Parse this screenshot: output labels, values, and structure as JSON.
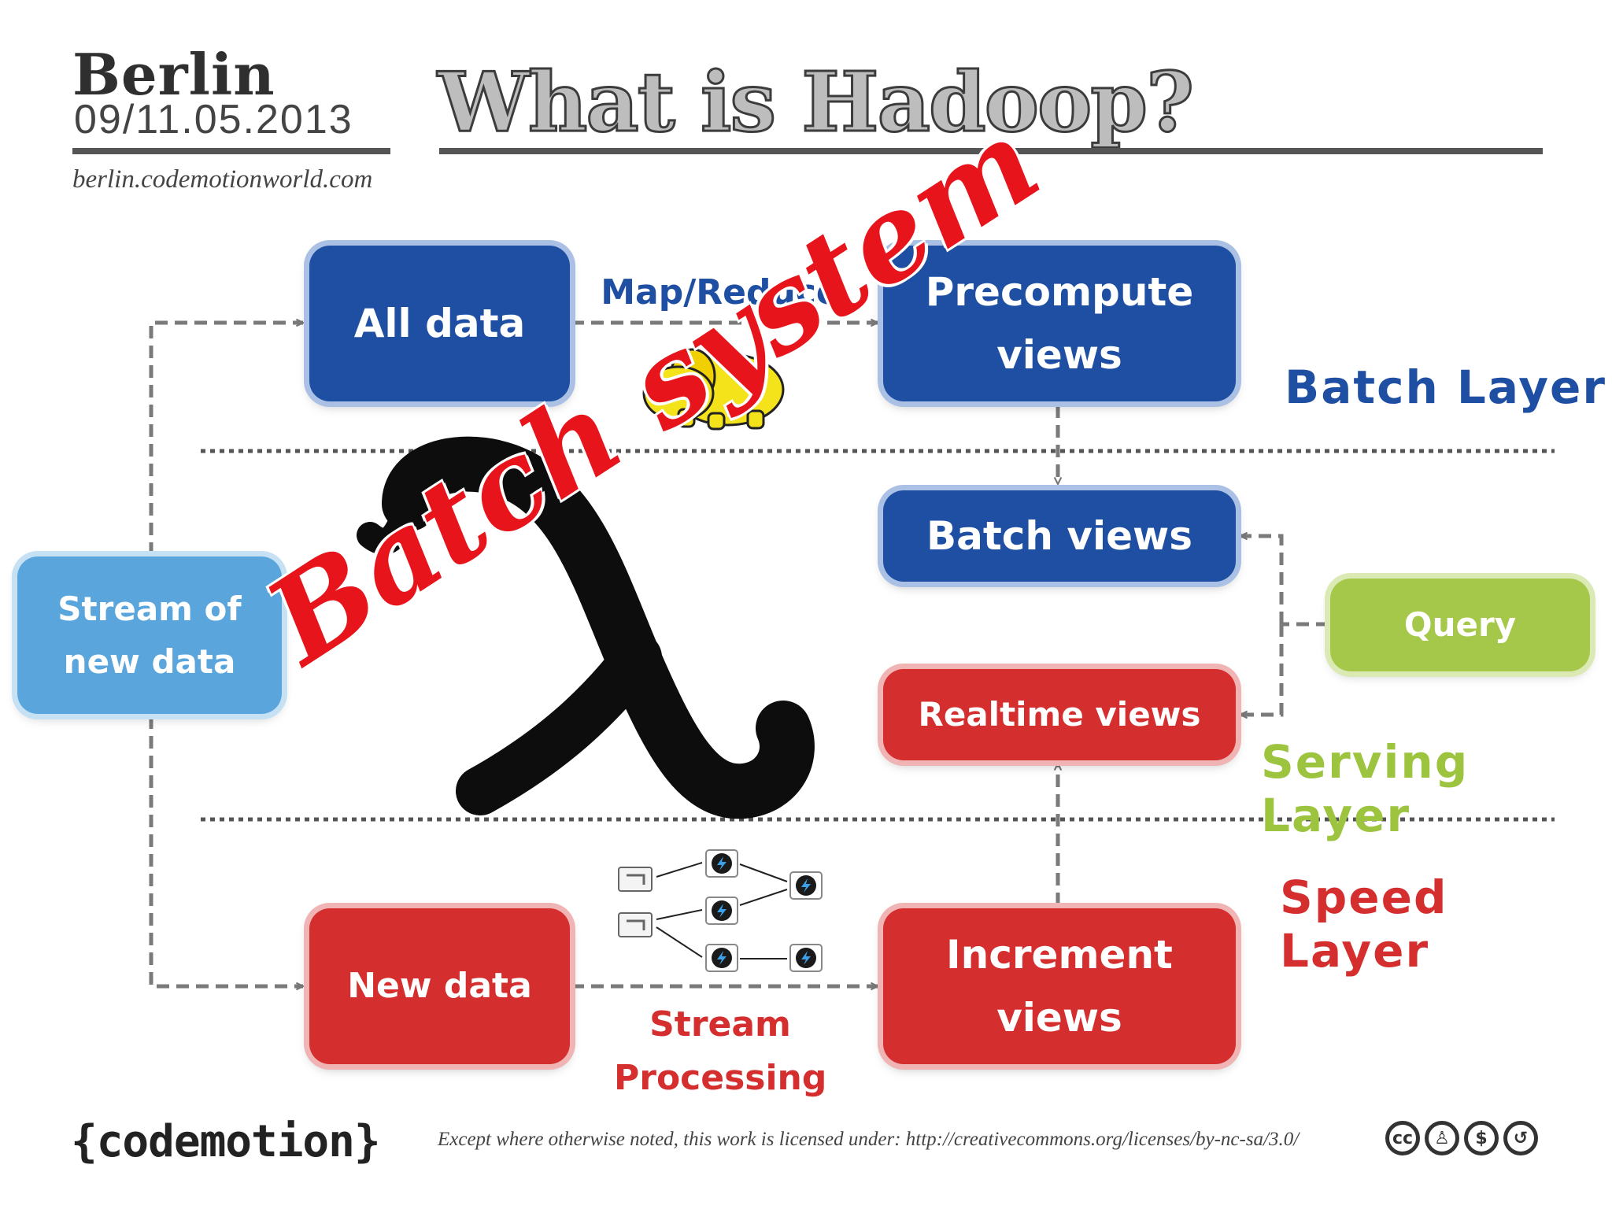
{
  "header": {
    "city": "Berlin",
    "dates": "09/11.05.2013",
    "site": "berlin.codemotionworld.com",
    "title": "What is Hadoop?"
  },
  "boxes": {
    "all_data": "All data",
    "precompute_views": "Precompute views",
    "batch_views": "Batch views",
    "realtime_views": "Realtime views",
    "increment_views": "Increment views",
    "new_data": "New data",
    "stream_of_new_data": "Stream of new data",
    "query": "Query"
  },
  "edge_labels": {
    "map_reduce": "Map/Reduce",
    "stream_processing": "Stream Processing"
  },
  "layers": {
    "batch": "Batch Layer",
    "serving": "Serving Layer",
    "speed": "Speed Layer"
  },
  "overlay": "Batch system",
  "footer": {
    "logo": "{codemotion}",
    "license": "Except where otherwise noted, this work is licensed under: http://creativecommons.org/licenses/by-nc-sa/3.0/"
  },
  "colors": {
    "batch_blue": "#1e4fa3",
    "speed_red": "#d42e2e",
    "stream_lightblue": "#5aa6dc",
    "query_green": "#a6c84a",
    "serving_text_green": "#9cc43e",
    "overlay_red": "#e8141c"
  },
  "icons": {
    "hadoop": "hadoop-elephant-icon",
    "lambda": "lambda-brush-icon",
    "storm": "storm-topology-icon",
    "license": "creative-commons-icons"
  }
}
